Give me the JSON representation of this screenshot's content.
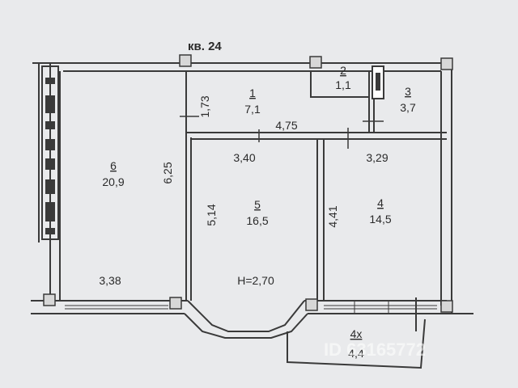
{
  "plan": {
    "title": "кв. 24",
    "ceiling_height": "Н=2,70",
    "colors": {
      "paper": "#e9eaec",
      "wall": "#3a3a3a",
      "text": "#2a2a2a"
    },
    "rooms": [
      {
        "number": "1",
        "area": "7,1"
      },
      {
        "number": "2",
        "area": "1,1"
      },
      {
        "number": "3",
        "area": "3,7"
      },
      {
        "number": "4",
        "area": "14,5"
      },
      {
        "number": "5",
        "area": "16,5"
      },
      {
        "number": "6",
        "area": "20,9"
      },
      {
        "number": "4х",
        "area": "4,4"
      }
    ],
    "dimensions": [
      "1,73",
      "4,75",
      "3,40",
      "3,29",
      "6,25",
      "5,14",
      "4,41",
      "3,38"
    ],
    "watermark": "ID 63165772"
  }
}
